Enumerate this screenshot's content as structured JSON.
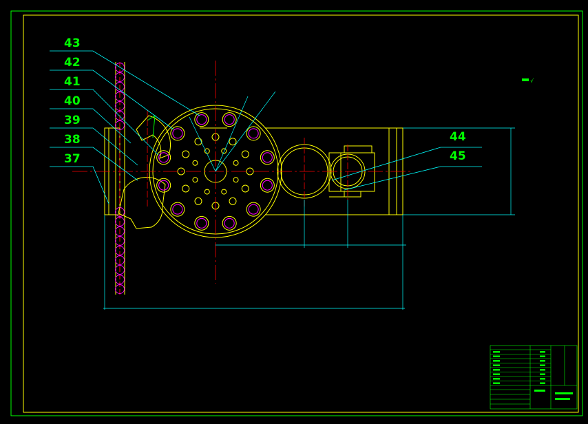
{
  "callouts": [
    {
      "id": "43",
      "label": "43"
    },
    {
      "id": "42",
      "label": "42"
    },
    {
      "id": "41",
      "label": "41"
    },
    {
      "id": "40",
      "label": "40"
    },
    {
      "id": "39",
      "label": "39"
    },
    {
      "id": "38",
      "label": "38"
    },
    {
      "id": "37",
      "label": "37"
    },
    {
      "id": "44",
      "label": "44"
    },
    {
      "id": "45",
      "label": "45"
    }
  ],
  "surface_mark": "√",
  "colors": {
    "background": "#000000",
    "frame": "#ffff00",
    "border": "#00ff00",
    "leader": "#00ffff",
    "center_line": "#ff0000",
    "ring": "#ff00ff",
    "component": "#ffff00",
    "label": "#00ff00"
  }
}
